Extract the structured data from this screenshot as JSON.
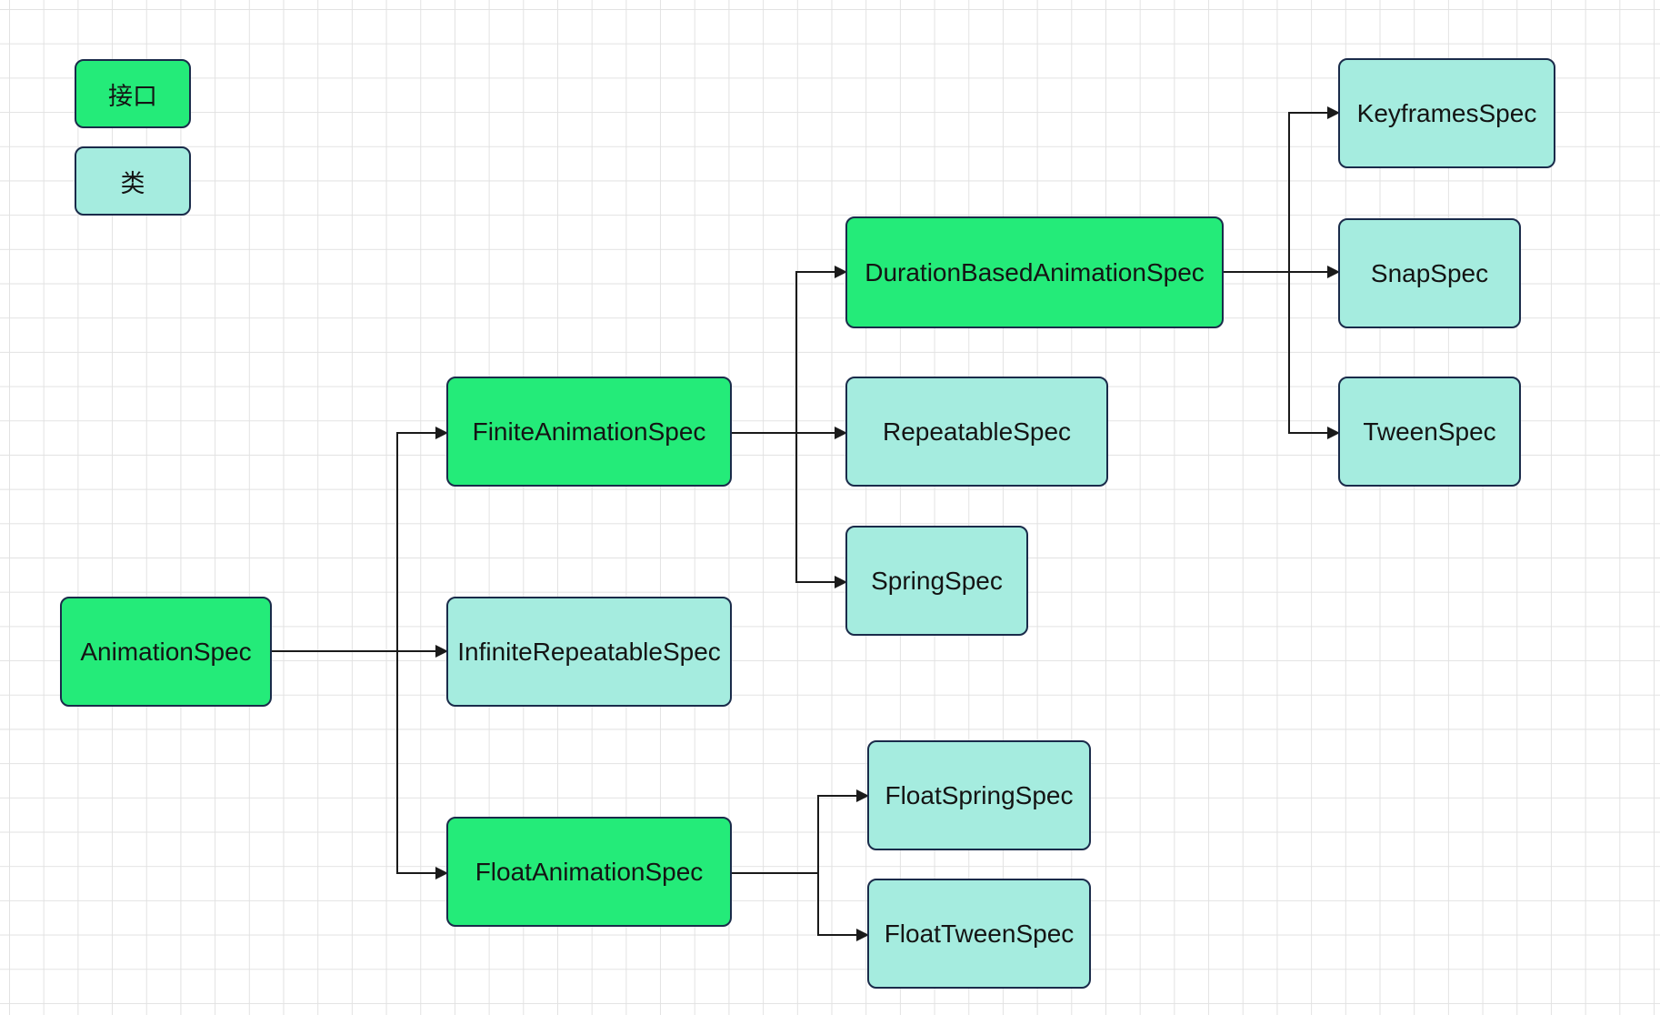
{
  "legend": {
    "interface_label": "接口",
    "class_label": "类",
    "interface_color": "#24eb79",
    "class_color": "#a5ecdf"
  },
  "nodes": {
    "animation_spec": "AnimationSpec",
    "finite_animation_spec": "FiniteAnimationSpec",
    "infinite_repeatable_spec": "InfiniteRepeatableSpec",
    "float_animation_spec": "FloatAnimationSpec",
    "duration_based_animation_spec": "DurationBasedAnimationSpec",
    "repeatable_spec": "RepeatableSpec",
    "spring_spec": "SpringSpec",
    "float_spring_spec": "FloatSpringSpec",
    "float_tween_spec": "FloatTweenSpec",
    "keyframes_spec": "KeyframesSpec",
    "snap_spec": "SnapSpec",
    "tween_spec": "TweenSpec"
  },
  "node_kinds": {
    "interfaces": [
      "AnimationSpec",
      "FiniteAnimationSpec",
      "FloatAnimationSpec",
      "DurationBasedAnimationSpec"
    ],
    "classes": [
      "InfiniteRepeatableSpec",
      "RepeatableSpec",
      "SpringSpec",
      "FloatSpringSpec",
      "FloatTweenSpec",
      "KeyframesSpec",
      "SnapSpec",
      "TweenSpec"
    ]
  },
  "edges": [
    {
      "from": "AnimationSpec",
      "to": "FiniteAnimationSpec"
    },
    {
      "from": "AnimationSpec",
      "to": "InfiniteRepeatableSpec"
    },
    {
      "from": "AnimationSpec",
      "to": "FloatAnimationSpec"
    },
    {
      "from": "FiniteAnimationSpec",
      "to": "DurationBasedAnimationSpec"
    },
    {
      "from": "FiniteAnimationSpec",
      "to": "RepeatableSpec"
    },
    {
      "from": "FiniteAnimationSpec",
      "to": "SpringSpec"
    },
    {
      "from": "FloatAnimationSpec",
      "to": "FloatSpringSpec"
    },
    {
      "from": "FloatAnimationSpec",
      "to": "FloatTweenSpec"
    },
    {
      "from": "DurationBasedAnimationSpec",
      "to": "KeyframesSpec"
    },
    {
      "from": "DurationBasedAnimationSpec",
      "to": "SnapSpec"
    },
    {
      "from": "DurationBasedAnimationSpec",
      "to": "TweenSpec"
    }
  ],
  "line_color": "#1a1a1a"
}
